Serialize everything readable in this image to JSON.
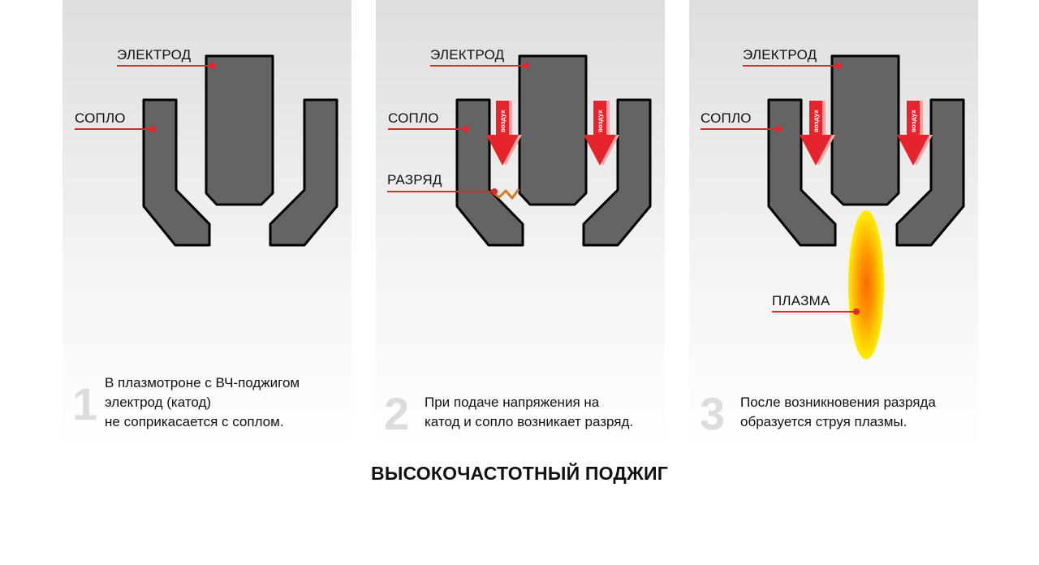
{
  "panels": [
    {
      "electrode_label": "ЭЛЕКТРОД",
      "nozzle_label": "СОПЛО",
      "step_number": "1",
      "step_lines": [
        "В плазмотроне с ВЧ-поджигом",
        "электрод (катод)",
        "не соприкасается с соплом."
      ]
    },
    {
      "electrode_label": "ЭЛЕКТРОД",
      "nozzle_label": "СОПЛО",
      "discharge_label": "РАЗРЯД",
      "air_label": "воздух",
      "step_number": "2",
      "step_lines": [
        "При подаче напряжения на",
        "катод и сопло возникает разряд."
      ]
    },
    {
      "electrode_label": "ЭЛЕКТРОД",
      "nozzle_label": "СОПЛО",
      "plasma_label": "ПЛАЗМА",
      "air_label": "воздух",
      "step_number": "3",
      "step_lines": [
        "После возникновения разряда",
        "образуется струя плазмы."
      ]
    }
  ],
  "title": "ВЫСОКОЧАСТОТНЫЙ ПОДЖИГ",
  "colors": {
    "part_fill": "#646464",
    "part_stroke": "#000000",
    "leader": "#e5242b",
    "air_arrow": "#e5242b",
    "spark": "#d97a1f",
    "plasma_core": "#ff7a00",
    "plasma_edge": "#ffe800"
  }
}
